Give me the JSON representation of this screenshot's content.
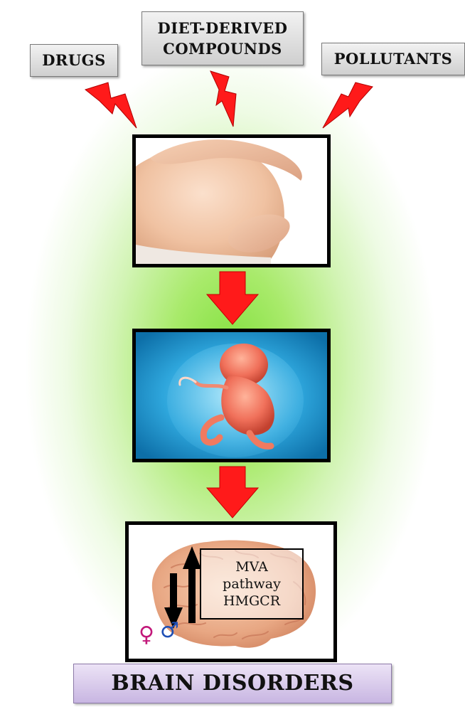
{
  "exposures": {
    "drugs": "DRUGS",
    "diet_line1": "DIET-DERIVED",
    "diet_line2": "COMPOUNDS",
    "pollutants": "POLLUTANTS"
  },
  "brain_panel": {
    "mva_line1": "MVA",
    "mva_line2": "pathway",
    "mva_line3": "HMGCR",
    "female_symbol": "♀",
    "male_symbol": "♂"
  },
  "outcome": "BRAIN DISORDERS",
  "colors": {
    "arrow_red": "#ff1a1a",
    "glow_green": "#7ee03a",
    "outcome_box": "#d9ccec",
    "female": "#c2187a",
    "male": "#1f4fb5"
  },
  "icons": [
    "lightning-bolt-icon",
    "down-arrow-icon",
    "up-arrow-icon",
    "female-symbol-icon",
    "male-symbol-icon",
    "brain-icon"
  ]
}
